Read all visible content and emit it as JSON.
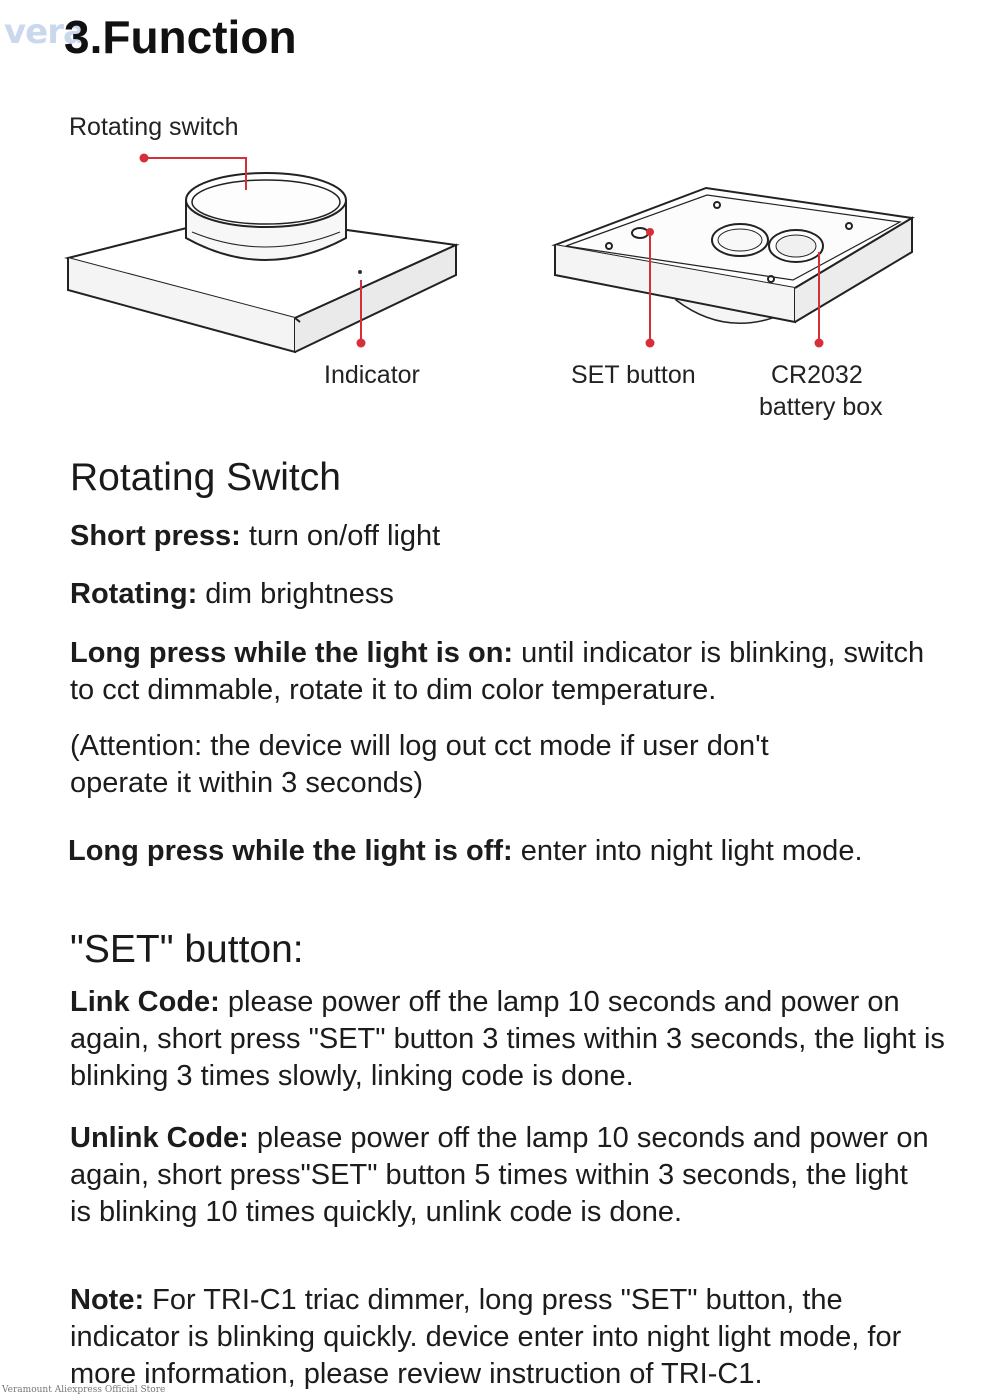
{
  "watermark": "vera",
  "title": "3.Function",
  "labels": {
    "rotating_switch": "Rotating switch",
    "indicator": "Indicator",
    "set_button": "SET button",
    "battery_line1": "CR2032",
    "battery_line2": "battery box"
  },
  "rotating": {
    "heading": "Rotating Switch",
    "short_press": {
      "label": "Short press:",
      "text": " turn on/off light"
    },
    "rotating": {
      "label": "Rotating:",
      "text": " dim brightness"
    },
    "long_on": {
      "label": "Long press while the light is on:",
      "text": " until indicator is blinking, switch to cct dimmable, rotate it to dim color temperature."
    },
    "attention": "(Attention: the device will log out cct mode if user don't operate it within 3 seconds)",
    "long_off": {
      "label": "Long press while the light is off:",
      "text": " enter into night light mode."
    }
  },
  "set": {
    "heading": "\"SET\" button:",
    "link": {
      "label": "Link Code:",
      "text": " please power off the lamp 10 seconds and power on again, short press \"SET\" button 3 times within 3 seconds, the light is blinking 3 times slowly, linking code is done."
    },
    "unlink": {
      "label": "Unlink Code:",
      "text": " please power off the lamp 10 seconds and power on again, short press\"SET\" button 5 times within 3 seconds, the light is blinking 10 times quickly, unlink code is done."
    },
    "note": {
      "label": "Note:",
      "text": " For TRI-C1 triac dimmer, long press \"SET\" button, the indicator is blinking quickly. device enter into night light mode, for more information, please review instruction of TRI-C1."
    }
  },
  "footer": "Veramount Aliexpress Official Store",
  "colors": {
    "accent": "#d62f3a",
    "text": "#1a1a1a"
  }
}
